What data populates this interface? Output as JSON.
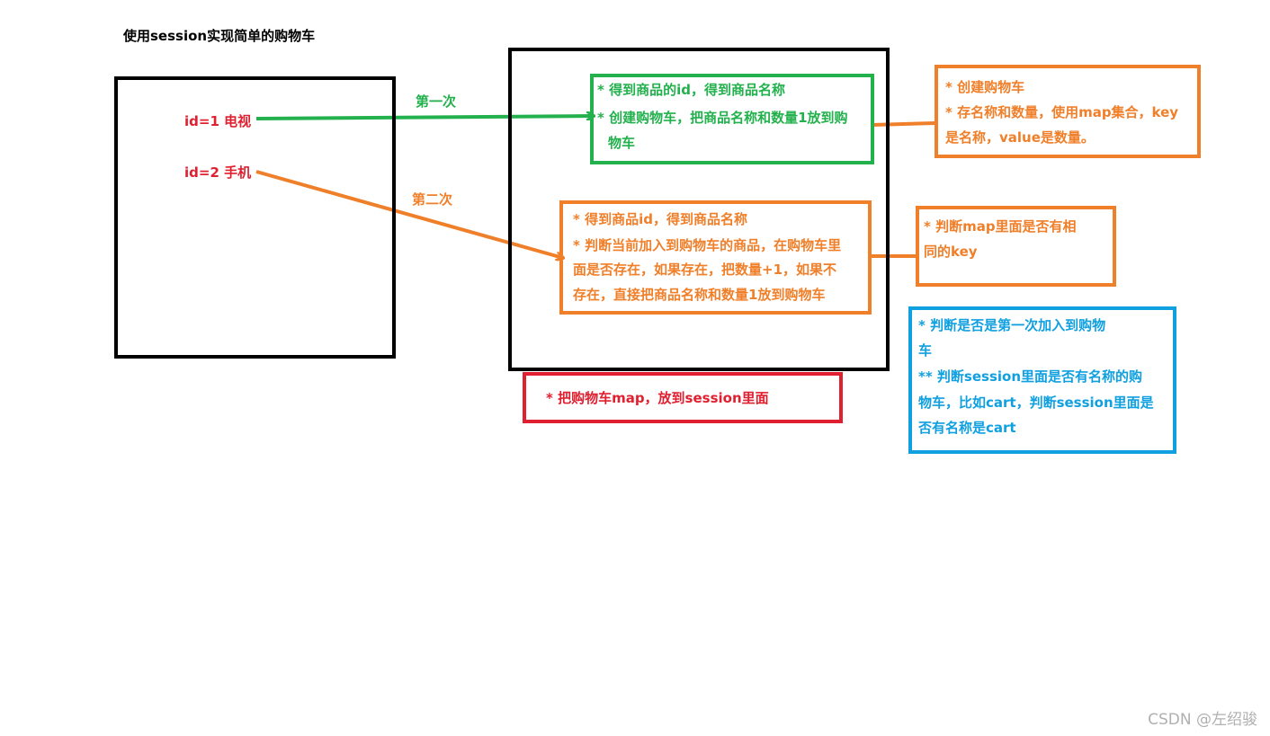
{
  "title": "使用session实现简单的购物车",
  "colors": {
    "black": "#000000",
    "green": "#22b14c",
    "orange": "#f07f2a",
    "red": "#e02030",
    "blue": "#10a0e0"
  },
  "browser": {
    "item1": "id=1 电视",
    "item2": "id=2 手机"
  },
  "arrows": {
    "first": "第一次",
    "second": "第二次"
  },
  "green_box": {
    "lines": [
      "* 得到商品的id，得到商品名称",
      "* 创建购物车，把商品名称和数量1放到购",
      "物车"
    ]
  },
  "orange_box": {
    "lines": [
      "* 得到商品id，得到商品名称",
      "* 判断当前加入到购物车的商品，在购物车里",
      "面是否存在，如果存在，把数量+1，如果不",
      "存在，直接把商品名称和数量1放到购物车"
    ]
  },
  "right_orange_top": {
    "lines": [
      "* 创建购物车",
      "* 存名称和数量，使用map集合，key",
      "是名称，value是数量。"
    ]
  },
  "right_orange_mid": {
    "lines": [
      "* 判断map里面是否有相",
      "同的key"
    ]
  },
  "red_box": {
    "lines": [
      "* 把购物车map，放到session里面"
    ]
  },
  "blue_box": {
    "lines": [
      "* 判断是否是第一次加入到购物",
      "车",
      "** 判断session里面是否有名称的购",
      "物车，比如cart，判断session里面是",
      "否有名称是cart"
    ]
  },
  "watermark": "CSDN @左绍骏"
}
